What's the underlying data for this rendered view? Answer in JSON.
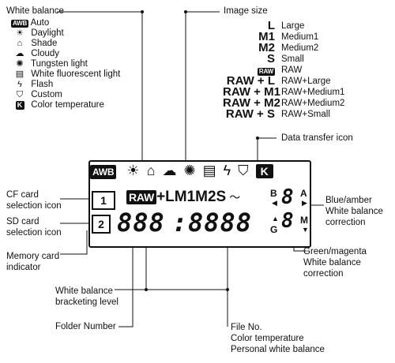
{
  "white_balance": {
    "title": "White balance",
    "items": [
      {
        "icon": "awb-icon",
        "glyph": "AWB",
        "label": "Auto"
      },
      {
        "icon": "daylight-icon",
        "glyph": "☀",
        "label": "Daylight"
      },
      {
        "icon": "shade-icon",
        "glyph": "⌂",
        "label": "Shade"
      },
      {
        "icon": "cloudy-icon",
        "glyph": "☁",
        "label": "Cloudy"
      },
      {
        "icon": "tungsten-icon",
        "glyph": "✺",
        "label": "Tungsten light"
      },
      {
        "icon": "fluorescent-icon",
        "glyph": "▤",
        "label": "White fluorescent light"
      },
      {
        "icon": "flash-icon",
        "glyph": "ϟ",
        "label": "Flash"
      },
      {
        "icon": "custom-icon",
        "glyph": "⛉",
        "label": "Custom"
      },
      {
        "icon": "color-temp-icon",
        "glyph": "K",
        "label": "Color temperature"
      }
    ]
  },
  "image_size": {
    "title": "Image size",
    "items": [
      {
        "code": "L",
        "label": "Large"
      },
      {
        "code": "M1",
        "label": "Medium1"
      },
      {
        "code": "M2",
        "label": "Medium2"
      },
      {
        "code": "S",
        "label": "Small"
      },
      {
        "code": "RAW",
        "label": "RAW"
      },
      {
        "code": "RAW + L",
        "label": "RAW+Large"
      },
      {
        "code": "RAW + M1",
        "label": "RAW+Medium1"
      },
      {
        "code": "RAW + M2",
        "label": "RAW+Medium2"
      },
      {
        "code": "RAW + S",
        "label": "RAW+Small"
      }
    ]
  },
  "labels": {
    "data_transfer": "Data transfer icon",
    "cf_card": "CF card\nselection icon",
    "sd_card": "SD card\nselection icon",
    "memory_card": "Memory card\nindicator",
    "wb_bracketing": "White balance\nbracketing level",
    "folder_number": "Folder Number",
    "file_no": "File No.\nColor temperature\nPersonal white balance",
    "blue_amber": "Blue/amber\nWhite balance\ncorrection",
    "green_magenta": "Green/magenta\nWhite balance\ncorrection"
  },
  "lcd": {
    "awb": "AWB",
    "k": "K",
    "raw": "RAW",
    "size_row": "+LM1M2S",
    "slot_cf": "1",
    "slot_sd": "2",
    "folder_digits": "888",
    "separator": ":",
    "file_digits": "8888",
    "b": "B",
    "a": "A",
    "g": "G",
    "m": "M",
    "ba_digit": "8",
    "gm_digit": "8"
  }
}
